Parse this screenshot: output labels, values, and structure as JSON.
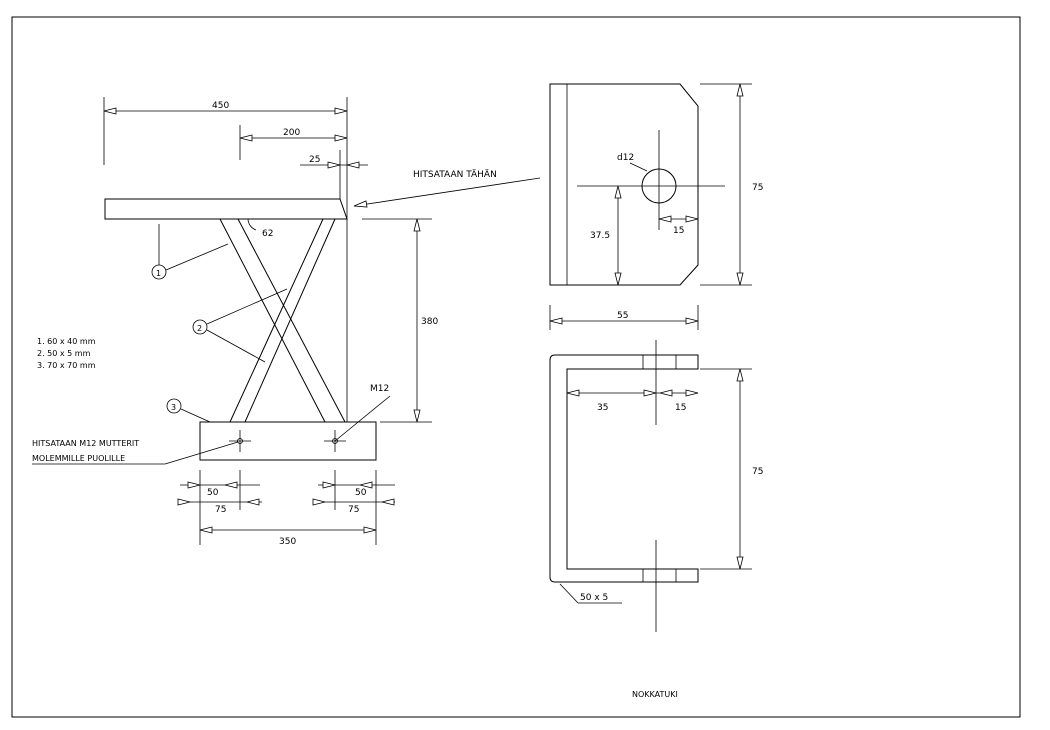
{
  "title": "NOKKATUKI",
  "side_view": {
    "dim_450": "450",
    "dim_200": "200",
    "dim_25": "25",
    "angle_62": "62",
    "dim_380": "380",
    "label_m12": "M12",
    "balloon_1": "1",
    "balloon_2": "2",
    "balloon_3": "3",
    "dim_50_left": "50",
    "dim_75_left": "75",
    "dim_50_right": "50",
    "dim_75_right": "75",
    "dim_350": "350",
    "weld_note": "HITSATAAN TÄHÄN",
    "nut_note_line1": "HITSATAAN M12 MUTTERIT",
    "nut_note_line2": "MOLEMMILLE PUOLILLE"
  },
  "materials": [
    "1.  60 x 40 mm",
    "2.  50 x 5 mm",
    "3.  70 x 70 mm"
  ],
  "plate_view": {
    "hole_label": "d12",
    "dim_37_5": "37.5",
    "dim_15": "15",
    "dim_75": "75",
    "dim_55": "55"
  },
  "u_view": {
    "dim_35": "35",
    "dim_15": "15",
    "dim_75": "75",
    "profile_label": "50 x 5"
  }
}
